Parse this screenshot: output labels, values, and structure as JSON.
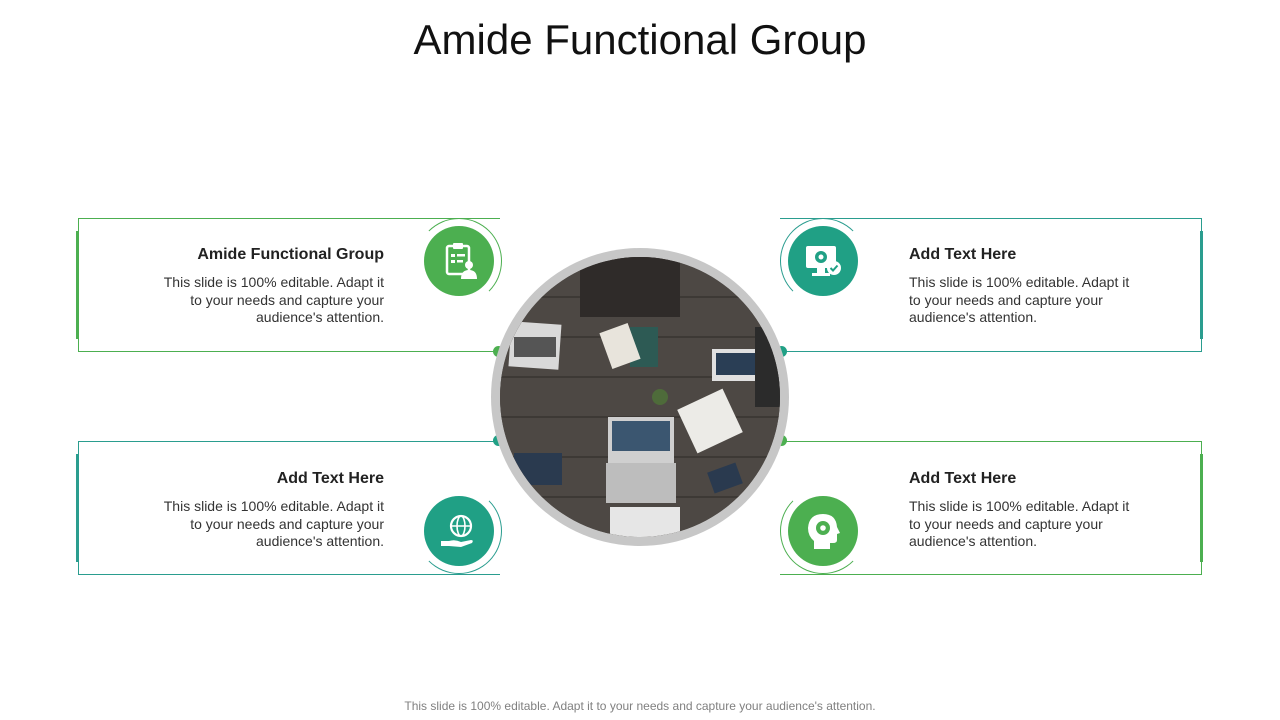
{
  "slide": {
    "title": "Amide Functional Group",
    "footer": "This slide is 100% editable. Adapt it to your needs and capture your audience's attention."
  },
  "items": [
    {
      "heading": "Amide Functional Group",
      "description": "This slide is 100% editable. Adapt it to your needs and capture your audience's attention.",
      "icon": "checklist-person-icon",
      "color": "#4caf50"
    },
    {
      "heading": "Add Text Here",
      "description": "This slide is 100% editable. Adapt it to your needs and capture your audience's attention.",
      "icon": "monitor-gear-icon",
      "color": "#20a085"
    },
    {
      "heading": "Add Text Here",
      "description": "This slide is 100% editable. Adapt it to your needs and capture your audience's attention.",
      "icon": "globe-hand-icon",
      "color": "#20a085"
    },
    {
      "heading": "Add Text Here",
      "description": "This slide is 100% editable. Adapt it to your needs and capture your audience's attention.",
      "icon": "head-gear-icon",
      "color": "#4caf50"
    }
  ],
  "center_image": {
    "subject": "top-down photo of team meeting with laptops on wooden table"
  }
}
